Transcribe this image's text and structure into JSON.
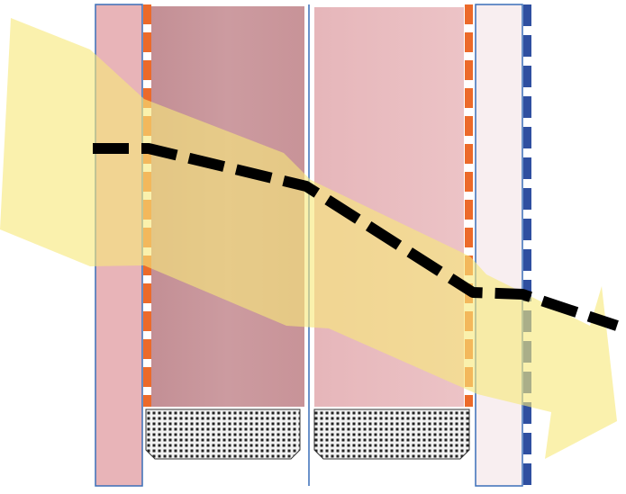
{
  "colors": {
    "background": "#ffffff",
    "outer_layer_fill": "#e8b4b8",
    "outer_layer_stroke": "#3a6fb8",
    "inner_dark_layer": "#c9959a",
    "inner_light_layer": "#e9bcc0",
    "right_layer_fill": "#f8eef0",
    "divider_line": "#3a6fb8",
    "dashed_orange": "#ec6a2a",
    "dashed_blue": "#2f4fa0",
    "arrow_fill": "#f7e97a",
    "trace_line": "#000000",
    "footer_pad_fill": "#f2f2f2",
    "footer_pad_dots": "#222222"
  },
  "elements": {
    "layers": [
      "left-outer-layer",
      "inner-dark-layer",
      "inner-light-layer",
      "right-outer-layer"
    ],
    "markers": [
      "dashed-orange-left",
      "dashed-orange-right",
      "dashed-blue-right"
    ],
    "overlays": [
      "yellow-arrow",
      "dashed-profile-line"
    ],
    "footers": [
      "footer-pad-left",
      "footer-pad-right"
    ]
  }
}
